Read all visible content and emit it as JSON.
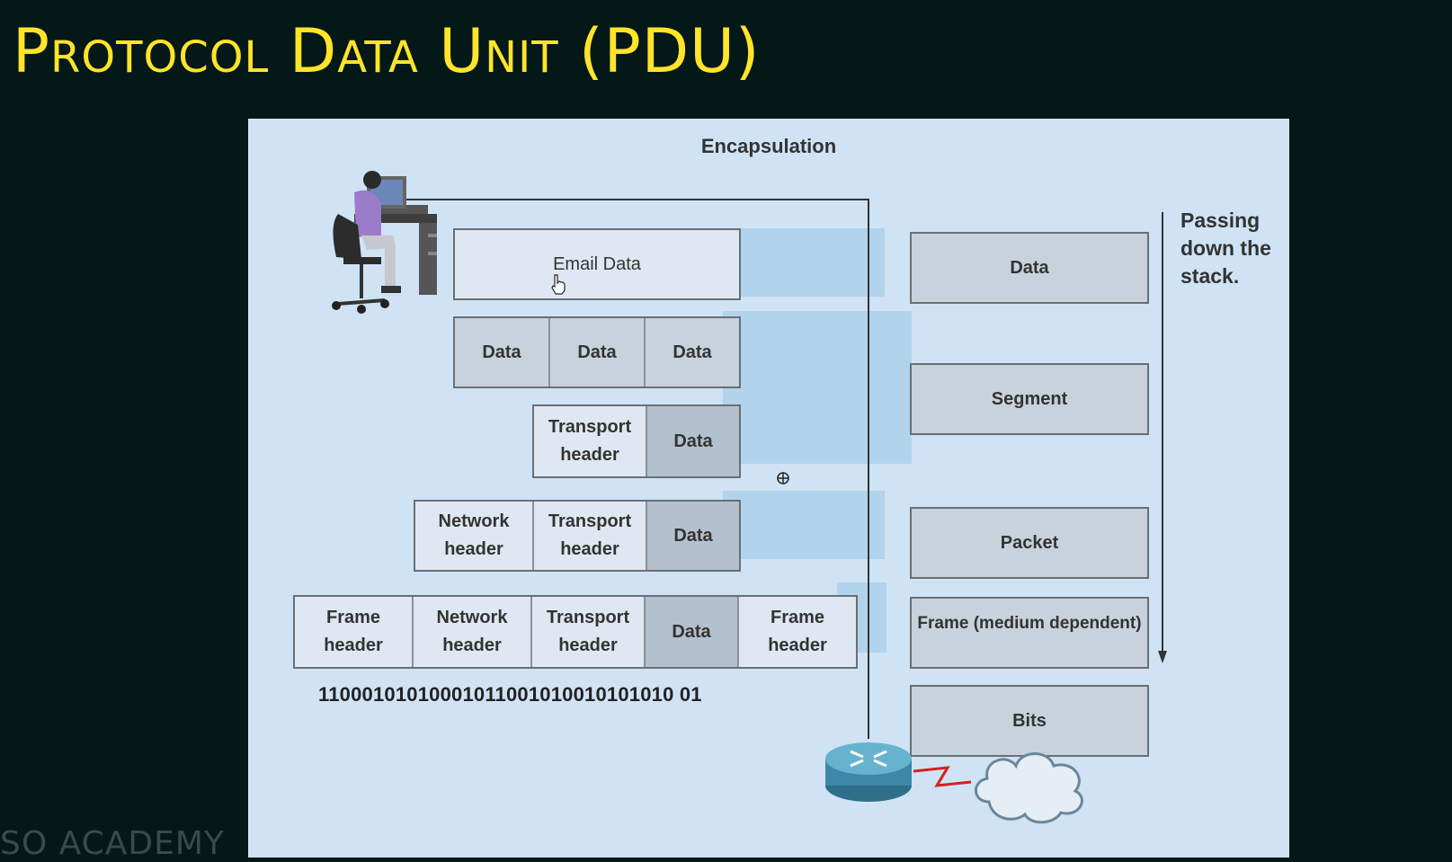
{
  "slide": {
    "title": "Protocol Data Unit (PDU)",
    "watermark": "SO ACADEMY"
  },
  "diagram": {
    "title": "Encapsulation",
    "side_note_lines": [
      "Passing",
      "down the",
      "stack."
    ],
    "rows": {
      "email": {
        "label": "Email Data"
      },
      "split": {
        "cells": [
          "Data",
          "Data",
          "Data"
        ]
      },
      "segment": {
        "cells": [
          "Transport\nheader",
          "Data"
        ]
      },
      "packet": {
        "cells": [
          "Network\nheader",
          "Transport\nheader",
          "Data"
        ]
      },
      "frame": {
        "cells": [
          "Frame\nheader",
          "Network\nheader",
          "Transport\nheader",
          "Data",
          "Frame\nheader"
        ]
      }
    },
    "bits_string": "11000101010001011001010010101010 01",
    "pdu_labels": {
      "data": "Data",
      "segment": "Segment",
      "packet": "Packet",
      "frame": "Frame (medium dependent)",
      "bits": "Bits"
    },
    "icons": [
      "user-at-computer-icon",
      "router-icon",
      "cloud-icon",
      "hand-cursor-icon",
      "crosshair-cursor-icon"
    ]
  }
}
